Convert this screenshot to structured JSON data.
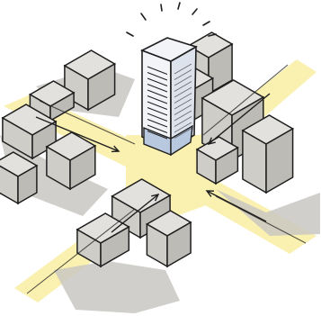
{
  "illustration": {
    "colors": {
      "street": "#faf0b0",
      "street_glow": "#fbf6cc",
      "shadow": "#c9c7c2",
      "block_top": "#e3e1dd",
      "block_left": "#cfcdc8",
      "block_right": "#bdbbb6",
      "tower_face": "#f2f4f8",
      "tower_side": "#dde3ec",
      "tower_glass": "#b8c8de",
      "ink": "#1e1e1e"
    },
    "icons": [
      "tower-landmark",
      "radiating-highlight-marks",
      "converging-direction-arrows"
    ]
  }
}
